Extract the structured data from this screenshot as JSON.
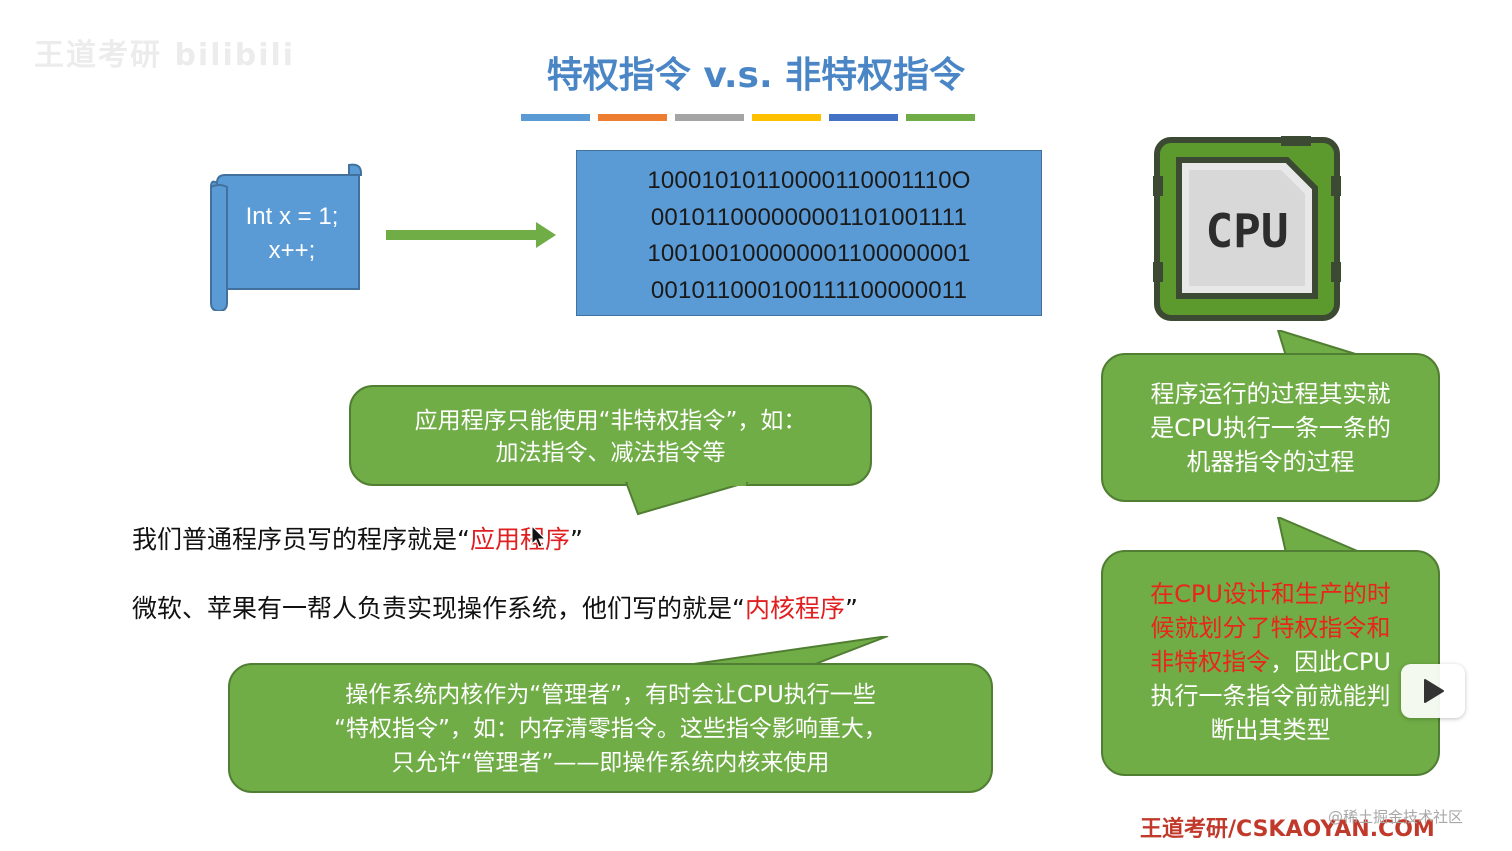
{
  "watermark_top_left": "王道考研 bilibili",
  "title": "特权指令 v.s. 非特权指令",
  "title_bar_colors": [
    "#5b9bd5",
    "#ed7d31",
    "#a5a5a5",
    "#ffc000",
    "#4472c4",
    "#70ad47"
  ],
  "code_scroll": {
    "line1": "Int x = 1;",
    "line2": "x++;"
  },
  "binary_lines": [
    "10001010110000110001110O",
    "001011000000001101001111",
    "100100100000001100000001",
    "001011000100111100000011"
  ],
  "cpu_chip_label": "CPU",
  "bubble_app": {
    "line1": "应用程序只能使用“非特权指令”，如：",
    "line2": "加法指令、减法指令等"
  },
  "line_app": {
    "prefix": "我们普通程序员写的程序就是“",
    "highlight": "应用程序",
    "suffix": "”"
  },
  "line_kernel": {
    "prefix": "微软、苹果有一帮人负责实现操作系统，他们写的就是“",
    "highlight": "内核程序",
    "suffix": "”"
  },
  "bubble_kernel": {
    "line1": "操作系统内核作为“管理者”，有时会让CPU执行一些",
    "line2": "“特权指令”，如：内存清零指令。这些指令影响重大，",
    "line3": "只允许“管理者”——即操作系统内核来使用"
  },
  "bubble_cpu_run": {
    "line1": "程序运行的过程其实就",
    "line2": "是CPU执行一条一条的",
    "line3": "机器指令的过程"
  },
  "bubble_cpu_design": {
    "line1_red": "在CPU设计和生产的时",
    "line2_red": "候就划分了特权指令和",
    "line3_red": "非特权指令",
    "line3_rest": "，因此CPU",
    "line4": "执行一条指令前就能判",
    "line5": "断出其类型"
  },
  "footer_brand": "王道考研/CSKAOYAN.COM",
  "footer_watermark": "@稀土掘金技术社区",
  "colors": {
    "title": "#4a86c5",
    "bubble_green": "#70ad47",
    "binary_blue": "#5b9bd5",
    "highlight_red": "#e02020"
  }
}
